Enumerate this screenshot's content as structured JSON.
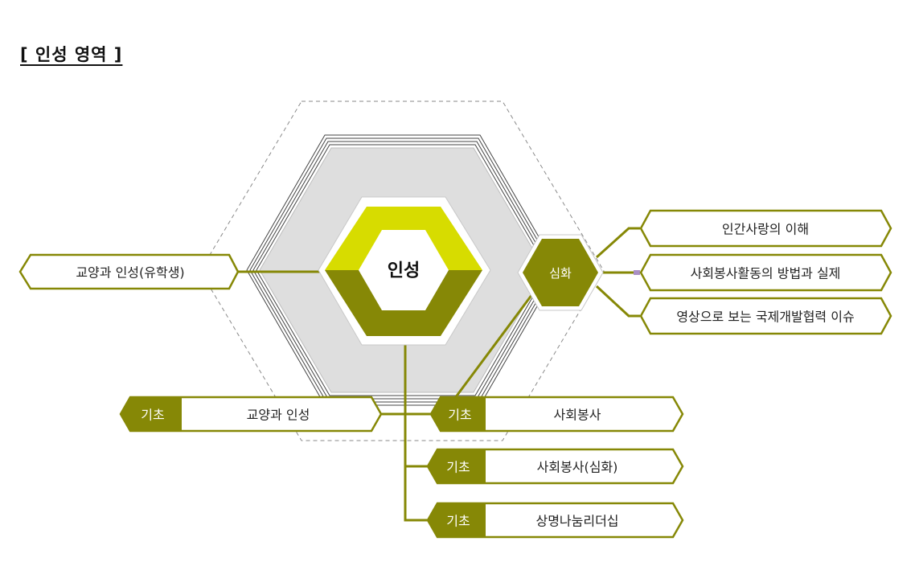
{
  "heading": "[ 인성 영역 ]",
  "colors": {
    "olive": "#868806",
    "lime": "#d7dc00",
    "gray": "#dedede"
  },
  "center": {
    "label": "인성"
  },
  "advanced_node": {
    "label": "심화"
  },
  "left_label": "교양과 인성(유학생)",
  "advanced_courses": [
    "인간사랑의 이해",
    "사회봉사활동의 방법과 실제",
    "영상으로 보는 국제개발협력 이슈"
  ],
  "basic_courses": [
    {
      "tag": "기초",
      "name": "교양과 인성"
    },
    {
      "tag": "기초",
      "name": "사회봉사"
    },
    {
      "tag": "기초",
      "name": "사회봉사(심화)"
    },
    {
      "tag": "기초",
      "name": "상명나눔리더십"
    }
  ]
}
